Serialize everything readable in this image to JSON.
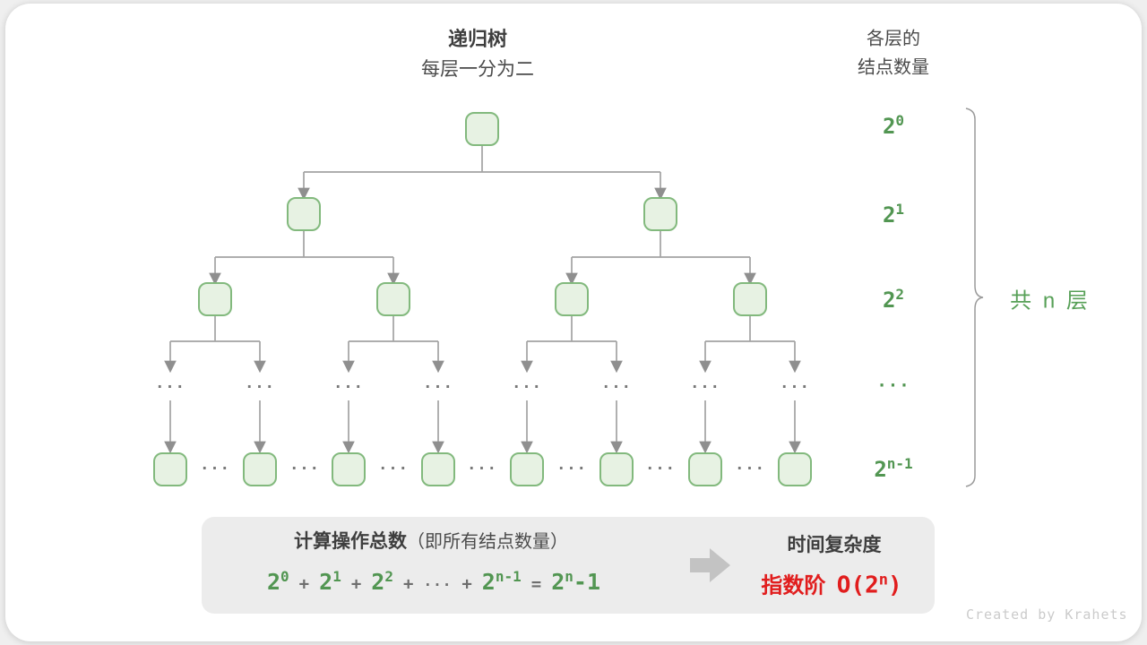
{
  "header": {
    "tree_title": "递归树",
    "tree_subtitle": "每层一分为二",
    "right_title_line1": "各层的",
    "right_title_line2": "结点数量"
  },
  "tree": {
    "ellipsis": "···"
  },
  "levels": [
    {
      "base": "2",
      "sup": "0"
    },
    {
      "base": "2",
      "sup": "1"
    },
    {
      "base": "2",
      "sup": "2"
    },
    {
      "dots": "···"
    },
    {
      "base": "2",
      "sup": "n-1"
    }
  ],
  "brace": {
    "label": "共 n 层"
  },
  "summary": {
    "title_bold": "计算操作总数",
    "title_paren": "（即所有结点数量）",
    "formula": {
      "t1b": "2",
      "t1s": "0",
      "plus1": "+",
      "t2b": "2",
      "t2s": "1",
      "plus2": "+",
      "t3b": "2",
      "t3s": "2",
      "plus3": "+",
      "dots": "···",
      "plus4": "+",
      "t4b": "2",
      "t4s": "n-1",
      "equals": "=",
      "t5b": "2",
      "t5s": "n",
      "t5tail": "-1"
    },
    "right_title": "时间复杂度",
    "complexity_prefix": "指数阶",
    "complexity_open": "O(2",
    "complexity_sup": "n",
    "complexity_close": ")"
  },
  "watermark": "Created by Krahets",
  "colors": {
    "green_text": "#529652",
    "node_border": "#82b97d",
    "node_fill": "#e7f2e3",
    "red": "#e11d1d",
    "line_gray": "#a3a3a3",
    "box_bg": "#ececec"
  }
}
